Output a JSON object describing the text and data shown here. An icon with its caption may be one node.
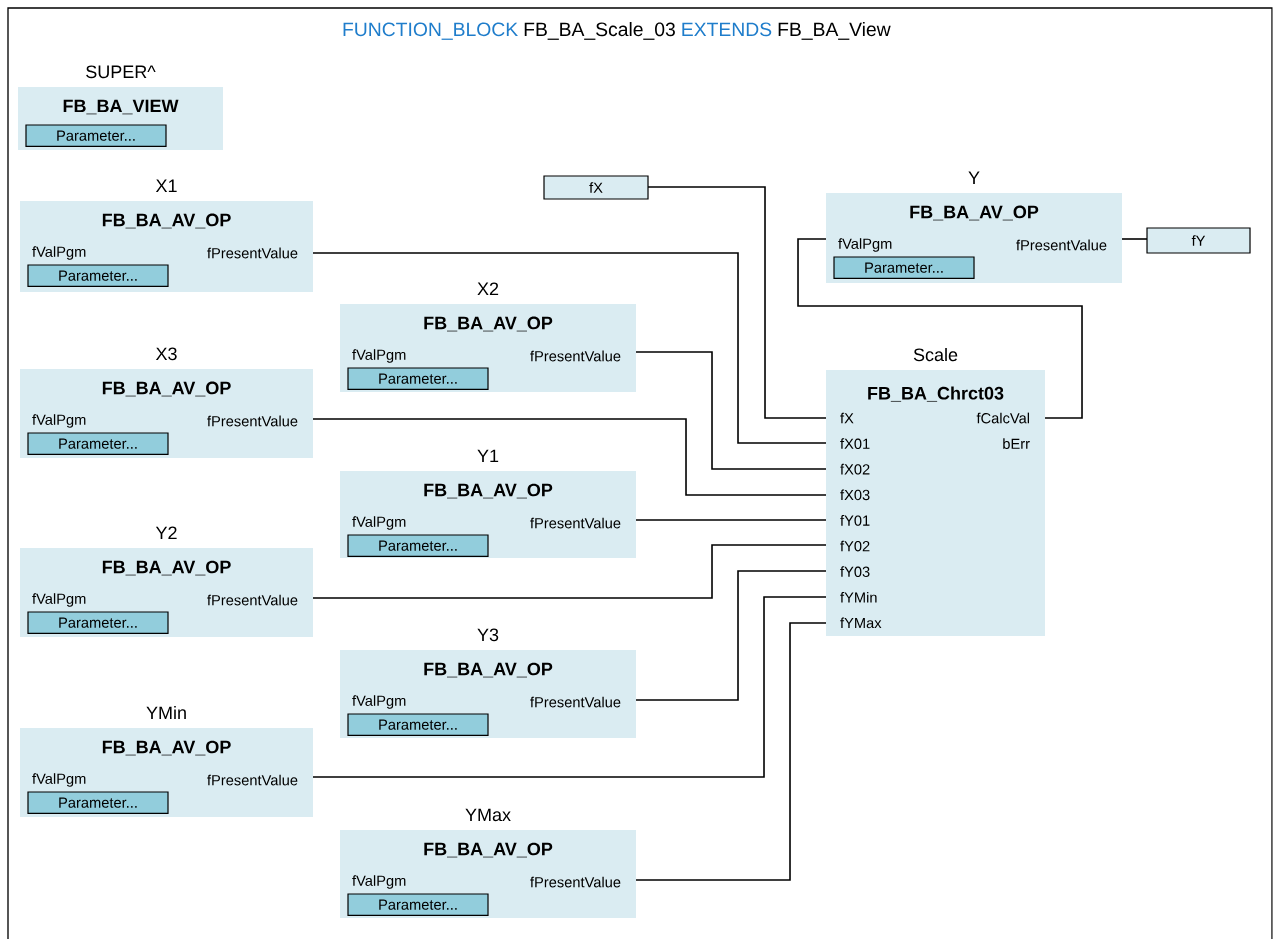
{
  "diagram": {
    "nodes": [
      {
        "text": [
          "SUPER^",
          "FB_BA_VIEW",
          "Parameter..."
        ]
      },
      {
        "text": [
          "fX"
        ]
      },
      {
        "text": [
          "X1",
          "FB_BA_AV_OP",
          "fValPgm",
          "fPresentValue",
          "Parameter..."
        ]
      },
      {
        "text": [
          "Y",
          "FB_BA_AV_OP",
          "fValPgm",
          "fPresentValue",
          "Parameter..."
        ]
      },
      {
        "text": [
          "fY"
        ]
      },
      {
        "text": [
          "X2",
          "FB_BA_AV_OP",
          "fValPgm",
          "fPresentValue",
          "Parameter..."
        ]
      },
      {
        "text": [
          "X3",
          "FB_BA_AV_OP",
          "fValPgm",
          "fPresentValue",
          "Parameter..."
        ]
      },
      {
        "text": [
          "Scale",
          "FB_BA_Chrct03",
          "fX",
          "fX01",
          "fX02",
          "fX03",
          "fY01",
          "fY02",
          "fY03",
          "fYMin",
          "fYMax",
          "fCalcVal",
          "bErr"
        ]
      },
      {
        "text": [
          "Y1",
          "FB_BA_AV_OP",
          "fValPgm",
          "fPresentValue",
          "Parameter..."
        ]
      },
      {
        "text": [
          "Y2",
          "FB_BA_AV_OP",
          "fValPgm",
          "fPresentValue",
          "Parameter..."
        ]
      },
      {
        "text": [
          "Y3",
          "FB_BA_AV_OP",
          "fValPgm",
          "fPresentValue",
          "Parameter..."
        ]
      },
      {
        "text": [
          "YMin",
          "FB_BA_AV_OP",
          "fValPgm",
          "fPresentValue",
          "Parameter..."
        ]
      },
      {
        "text": [
          "YMax",
          "FB_BA_AV_OP",
          "fValPgm",
          "fPresentValue",
          "Parameter..."
        ]
      }
    ],
    "edges": [
      {
        "from": 1,
        "to": 7,
        "arrow": "none"
      },
      {
        "from": 2,
        "to": 7,
        "arrow": "none"
      },
      {
        "from": 5,
        "to": 7,
        "arrow": "none"
      },
      {
        "from": 6,
        "to": 7,
        "arrow": "none"
      },
      {
        "from": 8,
        "to": 7,
        "arrow": "none"
      },
      {
        "from": 9,
        "to": 7,
        "arrow": "none"
      },
      {
        "from": 10,
        "to": 7,
        "arrow": "none"
      },
      {
        "from": 11,
        "to": 7,
        "arrow": "none"
      },
      {
        "from": 12,
        "to": 7,
        "arrow": "none"
      },
      {
        "from": 7,
        "to": 3,
        "arrow": "none"
      },
      {
        "from": 3,
        "to": 4,
        "arrow": "none"
      }
    ],
    "labels": [
      "FUNCTION_BLOCK",
      "FB_BA_Scale_03",
      "EXTENDS",
      "FB_BA_View"
    ]
  }
}
